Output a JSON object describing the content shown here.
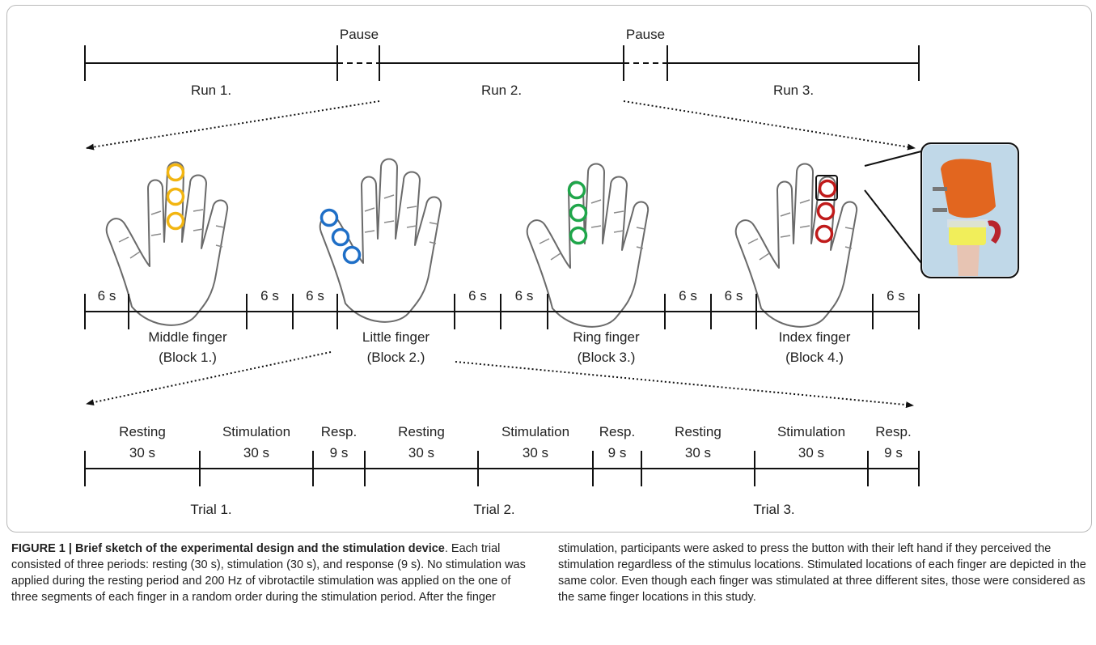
{
  "diagram": {
    "pause_labels": [
      "Pause",
      "Pause"
    ],
    "runs": [
      "Run 1.",
      "Run 2.",
      "Run 3."
    ],
    "blocks": [
      {
        "finger": "Middle finger",
        "block": "(Block 1.)",
        "color": "#f2b511",
        "rest_before": "6 s",
        "rest_after": "6 s"
      },
      {
        "finger": "Little finger",
        "block": "(Block 2.)",
        "color": "#1f6fc7",
        "rest_before": "6 s",
        "rest_after": "6 s"
      },
      {
        "finger": "Ring finger",
        "block": "(Block 3.)",
        "color": "#1fa64a",
        "rest_before": "6 s",
        "rest_after": "6 s"
      },
      {
        "finger": "Index finger",
        "block": "(Block 4.)",
        "color": "#c01b1b",
        "rest_before": "6 s",
        "rest_after": "6 s"
      }
    ],
    "trial_periods": [
      {
        "name": "Resting",
        "duration": "30 s"
      },
      {
        "name": "Stimulation",
        "duration": "30 s"
      },
      {
        "name": "Resp.",
        "duration": "9 s"
      }
    ],
    "trials": [
      "Trial 1.",
      "Trial 2.",
      "Trial 3."
    ],
    "device_photo_colors": [
      "#e2661f",
      "#f1ee5a",
      "#c0d8e8"
    ]
  },
  "caption": {
    "label": "FIGURE 1 | Brief sketch of the experimental design and the stimulation device",
    "left_text": ". Each trial consisted of three periods: resting (30 s), stimulation (30 s), and response (9 s). No stimulation was applied during the resting period and 200 Hz of vibrotactile stimulation was applied on the one of three segments of each finger in a random order during the stimulation period. After the finger",
    "right_text": "stimulation, participants were asked to press the button with their left hand if they perceived the stimulation regardless of the stimulus locations. Stimulated locations of each finger are depicted in the same color. Even though each finger was stimulated at three different sites, those were considered as the same finger locations in this study."
  }
}
